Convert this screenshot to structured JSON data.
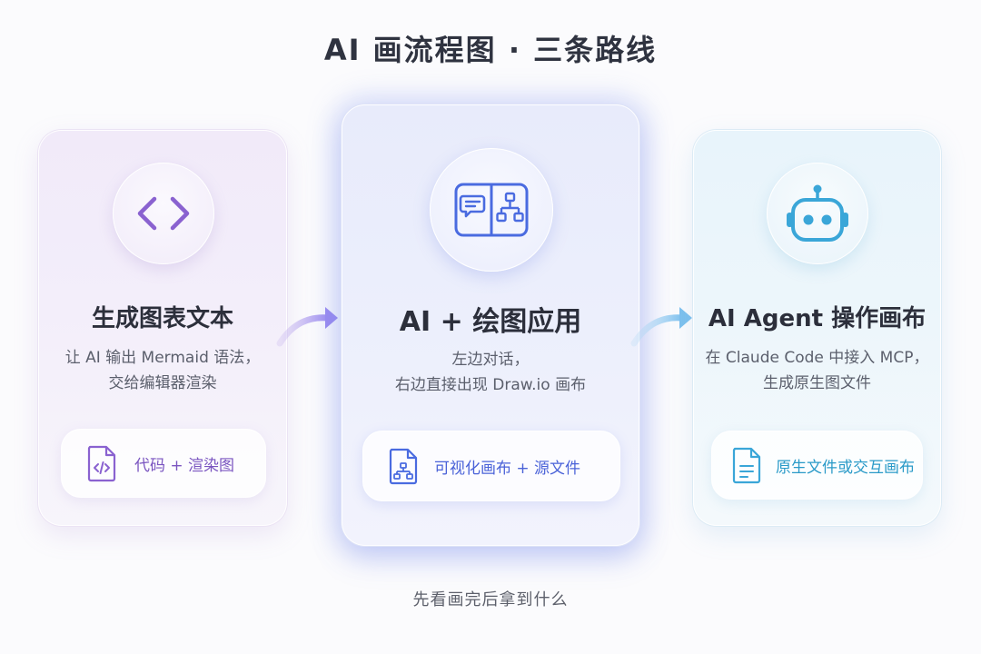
{
  "title": "AI 画流程图 · 三条路线",
  "routes": [
    {
      "title": "生成图表文本",
      "desc_lines": [
        "让 AI 输出 Mermaid 语法，",
        "交给编辑器渲染"
      ],
      "pill_label": "代码 + 渲染图",
      "icon": "code-brackets-icon",
      "pill_icon": "code-file-icon",
      "accent": "#7a55c0"
    },
    {
      "title": "AI + 绘图应用",
      "desc_lines": [
        "左边对话，",
        "右边直接出现 Draw.io 画布"
      ],
      "pill_label": "可视化画布 + 源文件",
      "icon": "chat-and-diagram-split-icon",
      "pill_icon": "diagram-file-icon",
      "accent": "#4a62d8"
    },
    {
      "title": "AI Agent 操作画布",
      "desc_lines": [
        "在 Claude Code 中接入 MCP，",
        "生成原生图文件"
      ],
      "pill_label": "原生文件或交互画布",
      "icon": "robot-icon",
      "pill_icon": "document-file-icon",
      "accent": "#2a9ac8"
    }
  ],
  "footer": "先看画完后拿到什么"
}
